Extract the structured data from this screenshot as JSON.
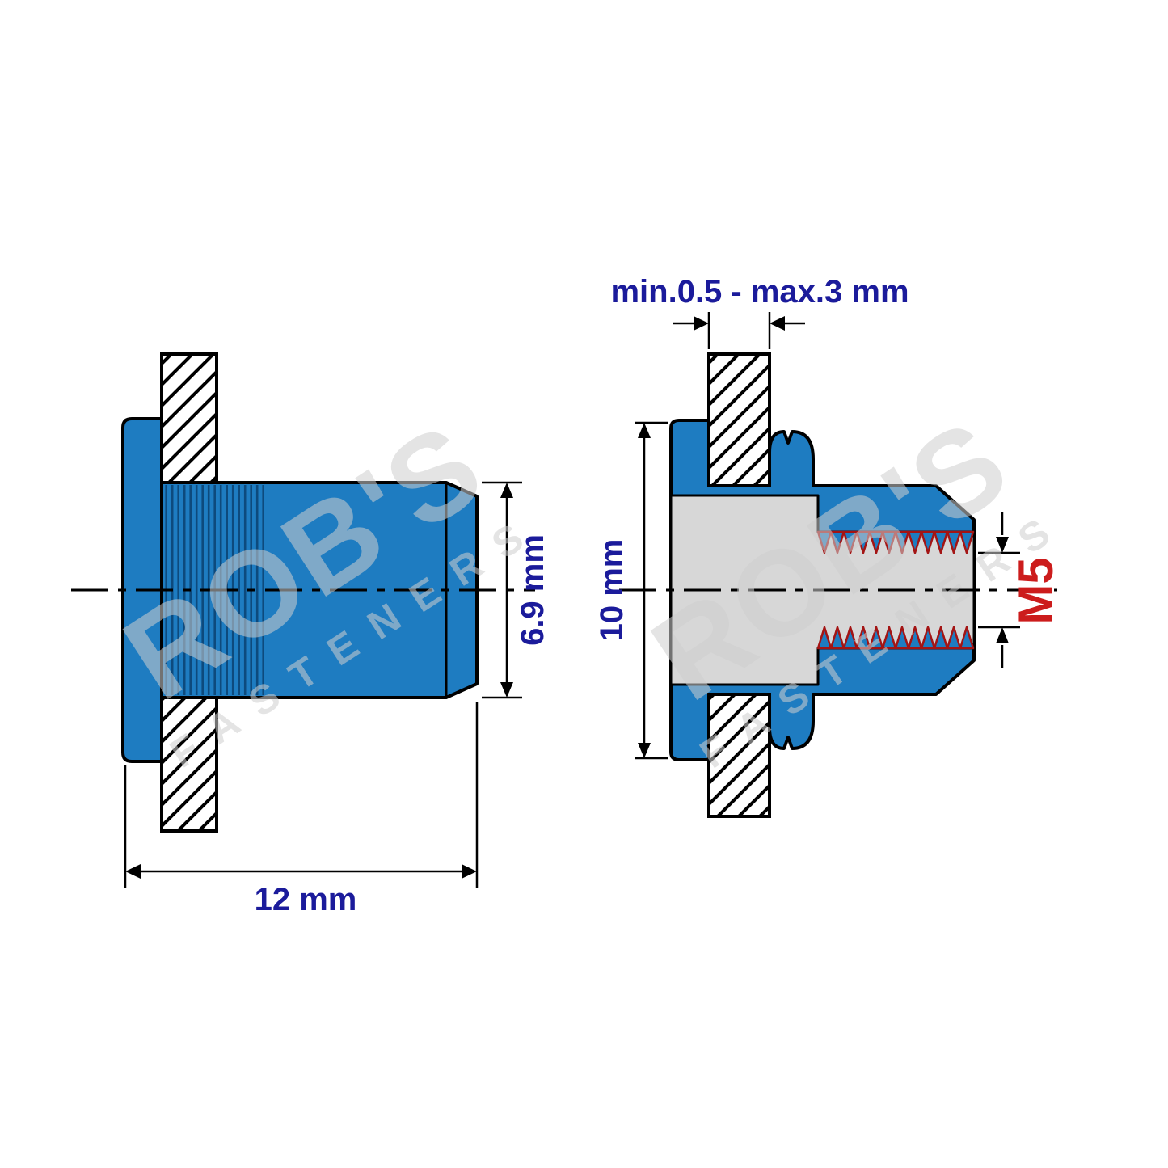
{
  "colors": {
    "navy": "#1b1b9b",
    "red": "#cc1c1c",
    "blue": "#1e7cc1",
    "knurl_line": "#0d4a7d",
    "bore_gray": "#d7d7d7",
    "outline": "#000000",
    "thread_red": "#a31414",
    "watermark": "#cfcfcf",
    "background": "#ffffff"
  },
  "figures": {
    "left": {
      "dims": {
        "height_label": "6.9 mm",
        "length_label": "12 mm"
      }
    },
    "right": {
      "dims": {
        "grip_label": "min.0.5 - max.3 mm",
        "height_label": "10 mm",
        "thread_label": "M5"
      }
    }
  },
  "watermark": {
    "line1": "ROB'S",
    "line2": "FASTENERS"
  }
}
